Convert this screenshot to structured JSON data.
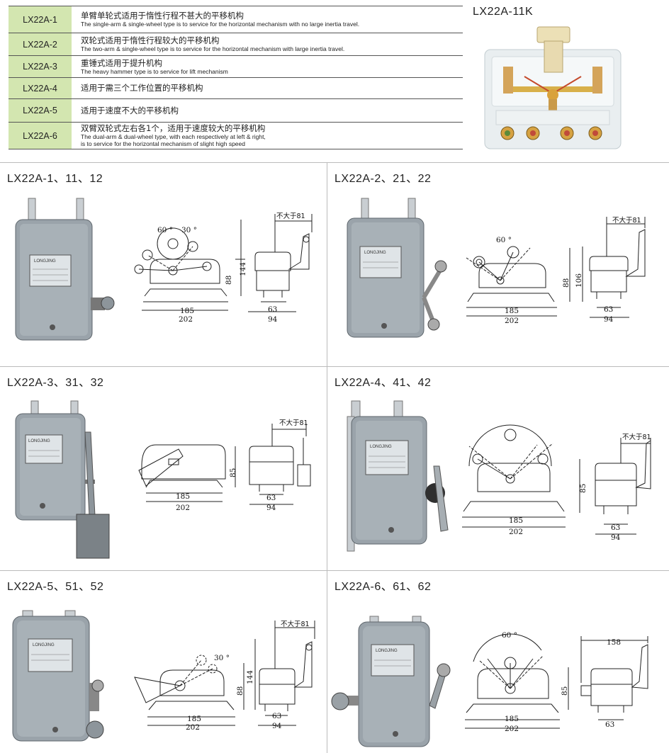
{
  "spec_table": [
    {
      "code": "LX22A-1",
      "cn": "单臂单轮式适用于惰性行程不甚大的平移机构",
      "en": [
        "The single-arm & single-wheel type is to service for the horizontal mechanism with no large inertia travel."
      ]
    },
    {
      "code": "LX22A-2",
      "cn": "双轮式适用于惰性行程较大的平移机构",
      "en": [
        "The two-arm & single-wheel type is to service for the horizontal mechanism with large  inertia travel."
      ]
    },
    {
      "code": "LX22A-3",
      "cn": "重锤式适用于提升机构",
      "en": [
        "The heavy hammer type is to service for lift mechanism"
      ]
    },
    {
      "code": "LX22A-4",
      "cn": "适用于需三个工作位置的平移机构",
      "en": []
    },
    {
      "code": "LX22A-5",
      "cn": "适用于速度不大的平移机构",
      "en": []
    },
    {
      "code": "LX22A-6",
      "cn": "双臂双轮式左右各1个，适用于速度较大的平移机构",
      "en": [
        "The dual-arm & dual-wheel type, with each respectively at left & right,",
        "is to service for the horizontal mechanism of slight high speed"
      ]
    }
  ],
  "top_product": {
    "title": "LX22A-11K"
  },
  "cells": [
    {
      "title": "LX22A-1、11、12",
      "dims": {
        "a": "185",
        "b": "202",
        "c": "63",
        "d": "94",
        "e": "88",
        "f": "144",
        "g": "不大于81",
        "ang1": "60 °",
        "ang2": "30 °"
      }
    },
    {
      "title": "LX22A-2、21、22",
      "dims": {
        "a": "185",
        "b": "202",
        "c": "63",
        "d": "94",
        "e": "88",
        "f": "106",
        "g": "不大于81",
        "ang1": "60 °"
      }
    },
    {
      "title": "LX22A-3、31、32",
      "dims": {
        "a": "185",
        "b": "202",
        "c": "63",
        "d": "94",
        "e": "85",
        "g": "不大于81"
      }
    },
    {
      "title": "LX22A-4、41、42",
      "dims": {
        "a": "185",
        "b": "202",
        "c": "63",
        "d": "94",
        "e": "85",
        "g": "不大于81"
      }
    },
    {
      "title": "LX22A-5、51、52",
      "dims": {
        "a": "185",
        "b": "202",
        "c": "63",
        "d": "94",
        "e": "88",
        "f": "144",
        "g": "不大于81",
        "ang2": "30 °"
      }
    },
    {
      "title": "LX22A-6、61、62",
      "dims": {
        "a": "185",
        "b": "202",
        "c": "63",
        "e": "85",
        "h": "158",
        "ang1": "60 °"
      }
    }
  ],
  "nameplate": {
    "brand": "LONGJING"
  },
  "colors": {
    "code_bg": "#d3e6b0",
    "housing": "#9aa3aa",
    "divider": "#bbbbbb"
  }
}
